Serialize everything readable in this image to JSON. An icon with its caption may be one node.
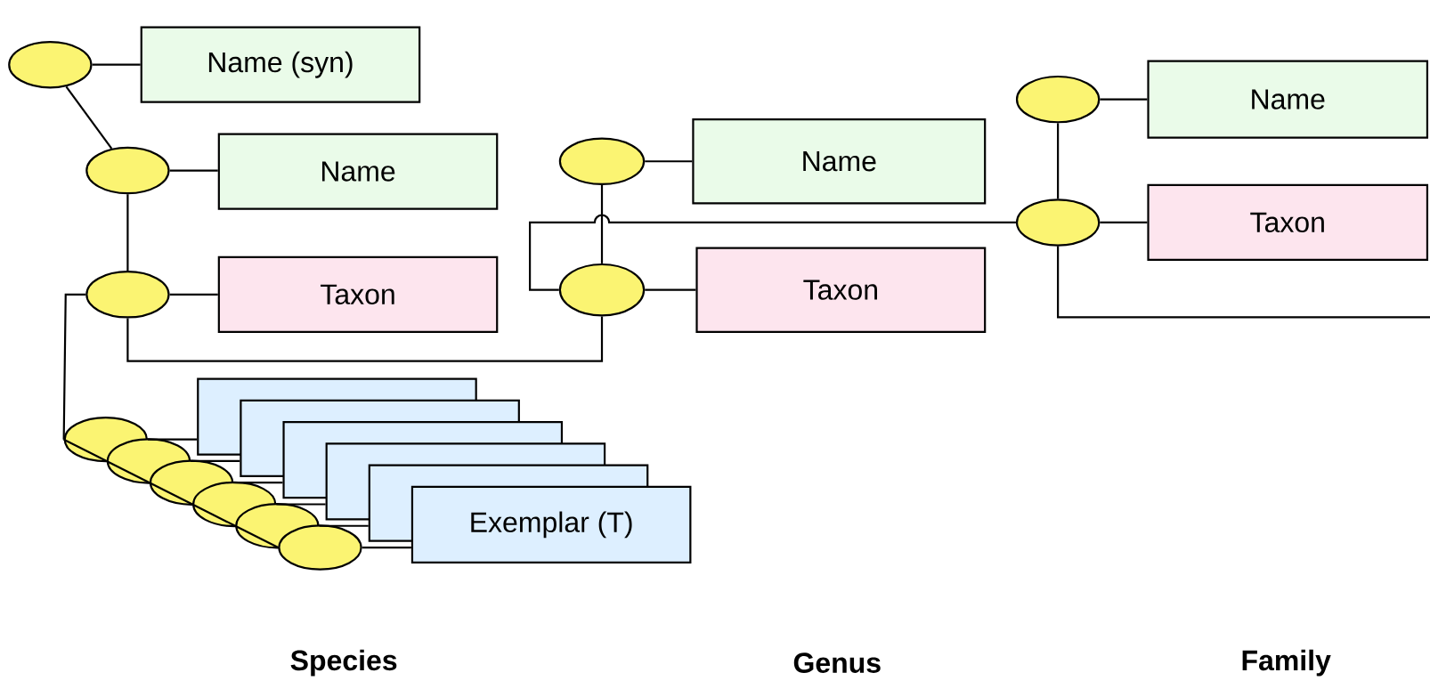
{
  "diagram": {
    "nodes": [
      {
        "text": [],
        "shape": "ellipse"
      },
      {
        "text": [
          "Name (syn)"
        ]
      },
      {
        "text": [],
        "shape": "ellipse"
      },
      {
        "text": [
          "Name"
        ]
      },
      {
        "text": [],
        "shape": "ellipse"
      },
      {
        "text": [
          "Taxon"
        ]
      },
      {
        "text": [],
        "shape": "ellipse"
      },
      {
        "text": [
          "Name"
        ]
      },
      {
        "text": [],
        "shape": "ellipse"
      },
      {
        "text": [
          "Taxon"
        ]
      },
      {
        "text": [],
        "shape": "ellipse"
      },
      {
        "text": [
          "Name"
        ]
      },
      {
        "text": [],
        "shape": "ellipse"
      },
      {
        "text": [
          "Taxon"
        ]
      },
      {
        "text": [],
        "shape": "ellipse"
      },
      {
        "text": [],
        "shape": "ellipse"
      },
      {
        "text": [],
        "shape": "ellipse"
      },
      {
        "text": [],
        "shape": "ellipse"
      },
      {
        "text": [],
        "shape": "ellipse"
      },
      {
        "text": [],
        "shape": "ellipse"
      },
      {
        "text": [],
        "shape": "box"
      },
      {
        "text": [],
        "shape": "box"
      },
      {
        "text": [],
        "shape": "box"
      },
      {
        "text": [],
        "shape": "box"
      },
      {
        "text": [],
        "shape": "box"
      },
      {
        "text": [
          "Exemplar (T)"
        ]
      }
    ],
    "edges": [
      {
        "from": 0,
        "to": 1,
        "arrow": "none"
      },
      {
        "from": 0,
        "to": 2,
        "arrow": "none"
      },
      {
        "from": 2,
        "to": 3,
        "arrow": "none"
      },
      {
        "from": 2,
        "to": 4,
        "arrow": "none"
      },
      {
        "from": 4,
        "to": 5,
        "arrow": "none"
      },
      {
        "from": 4,
        "to": 8,
        "arrow": "none"
      },
      {
        "from": 4,
        "to": 14,
        "arrow": "none"
      },
      {
        "from": 14,
        "to": 15,
        "arrow": "none"
      },
      {
        "from": 15,
        "to": 16,
        "arrow": "none"
      },
      {
        "from": 16,
        "to": 17,
        "arrow": "none"
      },
      {
        "from": 17,
        "to": 18,
        "arrow": "none"
      },
      {
        "from": 18,
        "to": 19,
        "arrow": "none"
      },
      {
        "from": 14,
        "to": 20,
        "arrow": "none"
      },
      {
        "from": 15,
        "to": 21,
        "arrow": "none"
      },
      {
        "from": 16,
        "to": 22,
        "arrow": "none"
      },
      {
        "from": 17,
        "to": 23,
        "arrow": "none"
      },
      {
        "from": 18,
        "to": 24,
        "arrow": "none"
      },
      {
        "from": 19,
        "to": 25,
        "arrow": "none"
      },
      {
        "from": 6,
        "to": 7,
        "arrow": "none"
      },
      {
        "from": 6,
        "to": 8,
        "arrow": "none"
      },
      {
        "from": 8,
        "to": 9,
        "arrow": "none"
      },
      {
        "from": 8,
        "to": 12,
        "arrow": "none"
      },
      {
        "from": 10,
        "to": 11,
        "arrow": "none"
      },
      {
        "from": 10,
        "to": 12,
        "arrow": "none"
      },
      {
        "from": 12,
        "to": 13,
        "arrow": "none"
      },
      {
        "from": 12,
        "to": null,
        "arrow": "none"
      }
    ],
    "labels": [
      "Species",
      "Genus",
      "Family"
    ]
  }
}
